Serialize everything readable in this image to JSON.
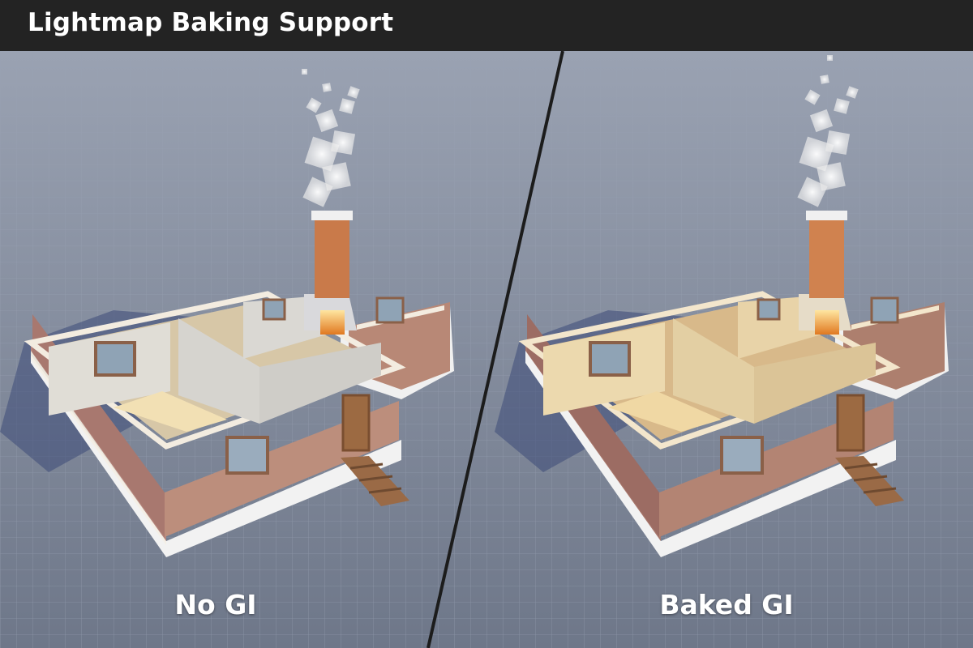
{
  "title": "Lightmap Baking Support",
  "panels": [
    {
      "label": "No GI",
      "variant": "no-gi"
    },
    {
      "label": "Baked GI",
      "variant": "baked-gi"
    }
  ],
  "colors": {
    "title_bar": "#232323",
    "ground": "#7f889a",
    "grid_line": "#a4adbd",
    "divider": "#1c1c1c",
    "wall_exterior": "#b98a78",
    "wall_interior_no_gi": "#dcd8d0",
    "wall_interior_baked": "#e9d4a6",
    "floor_no_gi": "#d8c8a8",
    "floor_baked": "#d9b98a",
    "chimney": "#c97a4a"
  }
}
